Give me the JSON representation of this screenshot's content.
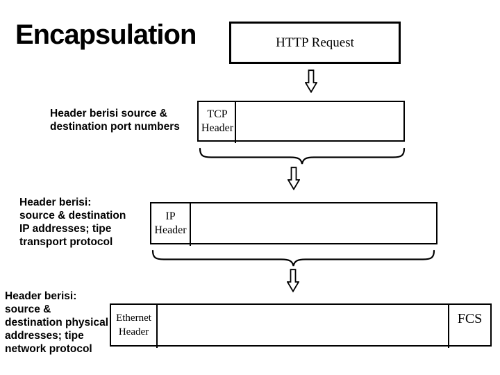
{
  "colors": {
    "ink": "#000000",
    "paper": "#ffffff"
  },
  "slide": {
    "title": "Encapsulation",
    "http": {
      "label": "HTTP Request"
    },
    "tcp": {
      "note": "Header berisi source &\ndestination port numbers",
      "header_label": "TCP\nHeader"
    },
    "ip": {
      "note": "Header berisi:\nsource & destination\nIP addresses; tipe\ntransport protocol",
      "header_label": "IP\nHeader"
    },
    "ethernet": {
      "note": "Header berisi:\nsource &\ndestination physical\naddresses; tipe\nnetwork protocol",
      "header_label": "Ethernet\nHeader",
      "trailer_label": "FCS"
    }
  }
}
